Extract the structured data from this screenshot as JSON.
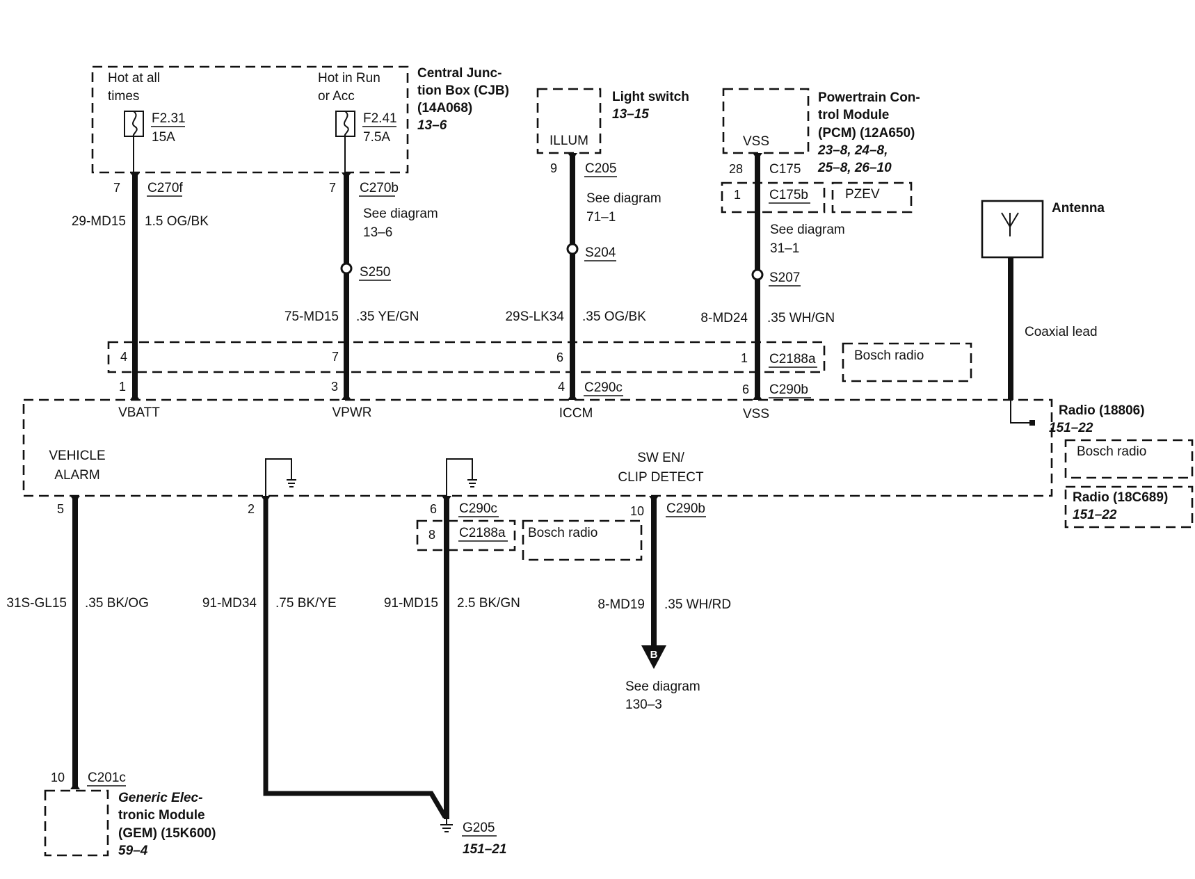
{
  "cjb": {
    "hot_all_1": "Hot at all",
    "hot_all_2": "times",
    "hot_run_1": "Hot in Run",
    "hot_run_2": "or Acc",
    "fuse1_id": "F2.31",
    "fuse1_amp": "15A",
    "fuse2_id": "F2.41",
    "fuse2_amp": "7.5A",
    "title_1": "Central Junc-",
    "title_2": "tion Box (CJB)",
    "title_3": "(14A068)",
    "ref": "13–6"
  },
  "light_switch": {
    "box_label": "ILLUM",
    "title": "Light switch",
    "ref": "13–15"
  },
  "pcm": {
    "box_label": "VSS",
    "title_1": "Powertrain Con-",
    "title_2": "trol Module",
    "title_3": "(PCM) (12A650)",
    "ref_1": "23–8, 24–8,",
    "ref_2": "25–8, 26–10"
  },
  "antenna": {
    "title": "Antenna",
    "lead": "Coaxial lead"
  },
  "wire_vbatt": {
    "pin_top": "7",
    "conn_top": "C270f",
    "circuit": "29-MD15",
    "spec": "1.5 OG/BK",
    "pin_c2188a": "4",
    "pin_radio": "1",
    "signal": "VBATT"
  },
  "wire_vpwr": {
    "pin_top": "7",
    "conn_top": "C270b",
    "see_1": "See diagram",
    "see_2": "13–6",
    "splice": "S250",
    "circuit": "75-MD15",
    "spec": ".35 YE/GN",
    "pin_c2188a": "7",
    "pin_radio": "3",
    "signal": "VPWR"
  },
  "wire_iccm": {
    "pin_top": "9",
    "conn_top": "C205",
    "see_1": "See diagram",
    "see_2": "71–1",
    "splice": "S204",
    "circuit": "29S-LK34",
    "spec": ".35 OG/BK",
    "pin_c2188a": "6",
    "pin_radio": "4",
    "conn_radio": "C290c",
    "signal": "ICCM"
  },
  "wire_vss": {
    "pin_top": "28",
    "conn_top": "C175",
    "pin_alt": "1",
    "conn_alt": "C175b",
    "pzev": "PZEV",
    "see_1": "See diagram",
    "see_2": "31–1",
    "splice": "S207",
    "circuit": "8-MD24",
    "spec": ".35 WH/GN",
    "pin_c2188a": "1",
    "conn_c2188a": "C2188a",
    "pin_radio": "6",
    "conn_radio": "C290b",
    "signal": "VSS",
    "bosch": "Bosch radio"
  },
  "radio": {
    "vehicle_alarm_1": "VEHICLE",
    "vehicle_alarm_2": "ALARM",
    "sw_en_1": "SW EN/",
    "sw_en_2": "CLIP DETECT",
    "title": "Radio (18806)",
    "ref": "151–22",
    "bosch": "Bosch radio",
    "alt_title": "Radio (18C689)",
    "alt_ref": "151–22"
  },
  "wire_alarm": {
    "pin": "5",
    "circuit": "31S-GL15",
    "spec": ".35 BK/OG",
    "pin_gem": "10",
    "conn_gem": "C201c"
  },
  "wire_gnd1": {
    "pin": "2",
    "circuit": "91-MD34",
    "spec": ".75 BK/YE"
  },
  "wire_gnd2": {
    "pin": "6",
    "conn": "C290c",
    "pin_c2188a": "8",
    "conn_c2188a": "C2188a",
    "bosch": "Bosch radio",
    "circuit": "91-MD15",
    "spec": "2.5 BK/GN"
  },
  "ground": {
    "id": "G205",
    "ref": "151–21"
  },
  "wire_swen": {
    "pin": "10",
    "conn": "C290b",
    "circuit": "8-MD19",
    "spec": ".35 WH/RD",
    "arrow_letter": "B",
    "see_1": "See diagram",
    "see_2": "130–3"
  },
  "gem": {
    "title_1": "Generic Elec-",
    "title_2": "tronic Module",
    "title_3": "(GEM) (15K600)",
    "ref": "59–4"
  }
}
